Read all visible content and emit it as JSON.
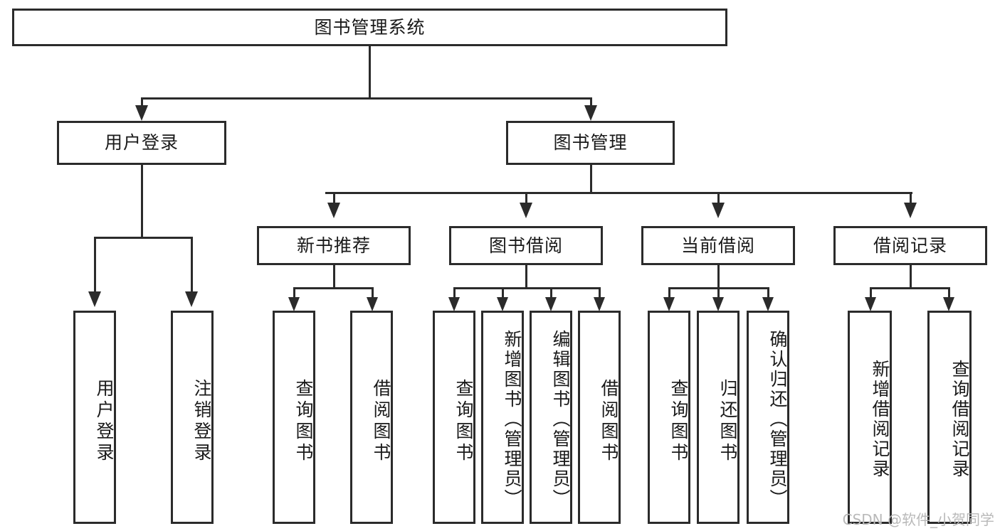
{
  "diagram": {
    "type": "hierarchy-tree",
    "title": "图书管理系统",
    "root": {
      "label": "图书管理系统"
    },
    "level2": [
      {
        "label": "用户登录"
      },
      {
        "label": "图书管理"
      }
    ],
    "level3": [
      {
        "label": "新书推荐"
      },
      {
        "label": "图书借阅"
      },
      {
        "label": "当前借阅"
      },
      {
        "label": "借阅记录"
      }
    ],
    "leaves": {
      "user_login": [
        {
          "label": "用户登录"
        },
        {
          "label": "注销登录"
        }
      ],
      "new_book_recommend": [
        {
          "label": "查询图书"
        },
        {
          "label": "借阅图书"
        }
      ],
      "book_borrow": [
        {
          "label": "查询图书"
        },
        {
          "label": "新增图书（管理员）"
        },
        {
          "label": "编辑图书（管理员）"
        },
        {
          "label": "借阅图书"
        }
      ],
      "current_borrow": [
        {
          "label": "查询图书"
        },
        {
          "label": "归还图书"
        },
        {
          "label": "确认归还（管理员）"
        }
      ],
      "borrow_record": [
        {
          "label": "新增借阅记录"
        },
        {
          "label": "查询借阅记录"
        }
      ]
    }
  },
  "watermark": {
    "text": "CSDN @软件_小贺同学"
  },
  "colors": {
    "stroke": "#2b2b2b",
    "background": "#ffffff",
    "text": "#1a1a1a",
    "watermark": "#b9b9b9"
  }
}
